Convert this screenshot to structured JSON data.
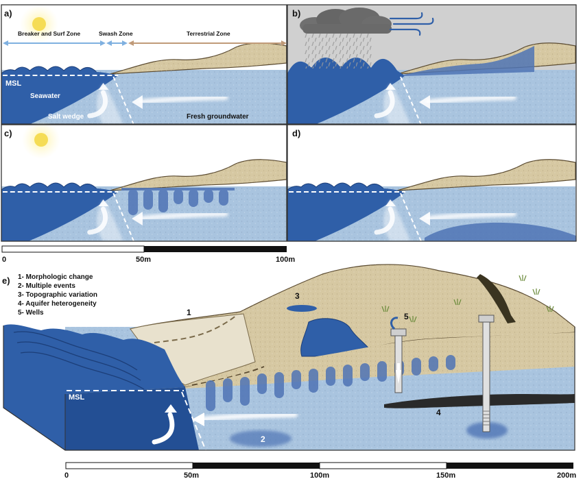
{
  "panels": {
    "a": {
      "letter": "a)",
      "zones": {
        "breaker": "Breaker and Surf Zone",
        "swash": "Swash Zone",
        "terrestrial": "Terrestrial Zone"
      },
      "msl": "MSL",
      "seawater": "Seawater",
      "salt_wedge": "Salt wedge",
      "fresh_gw": "Fresh groundwater"
    },
    "b": {
      "letter": "b)"
    },
    "c": {
      "letter": "c)"
    },
    "d": {
      "letter": "d)"
    }
  },
  "scale_top": {
    "ticks": [
      "0",
      "50m",
      "100m"
    ]
  },
  "panel_e": {
    "letter": "e)",
    "legend": [
      "1- Morphologic change",
      "2- Multiple events",
      "3- Topographic variation",
      "4- Aquifer heterogeneity",
      "5- Wells"
    ],
    "markers": {
      "m1": "1",
      "m2": "2",
      "m3": "3",
      "m4": "4",
      "m5": "5"
    },
    "msl": "MSL"
  },
  "scale_bottom": {
    "ticks": [
      "0",
      "50m",
      "100m",
      "150m",
      "200m"
    ]
  },
  "colors": {
    "sea": "#2f5fa8",
    "sea_dark": "#234f94",
    "groundwater": "#a9c4df",
    "salty": "#4f74b5",
    "sand": "#d6c8a2",
    "sky_storm": "#d0d0d0"
  }
}
